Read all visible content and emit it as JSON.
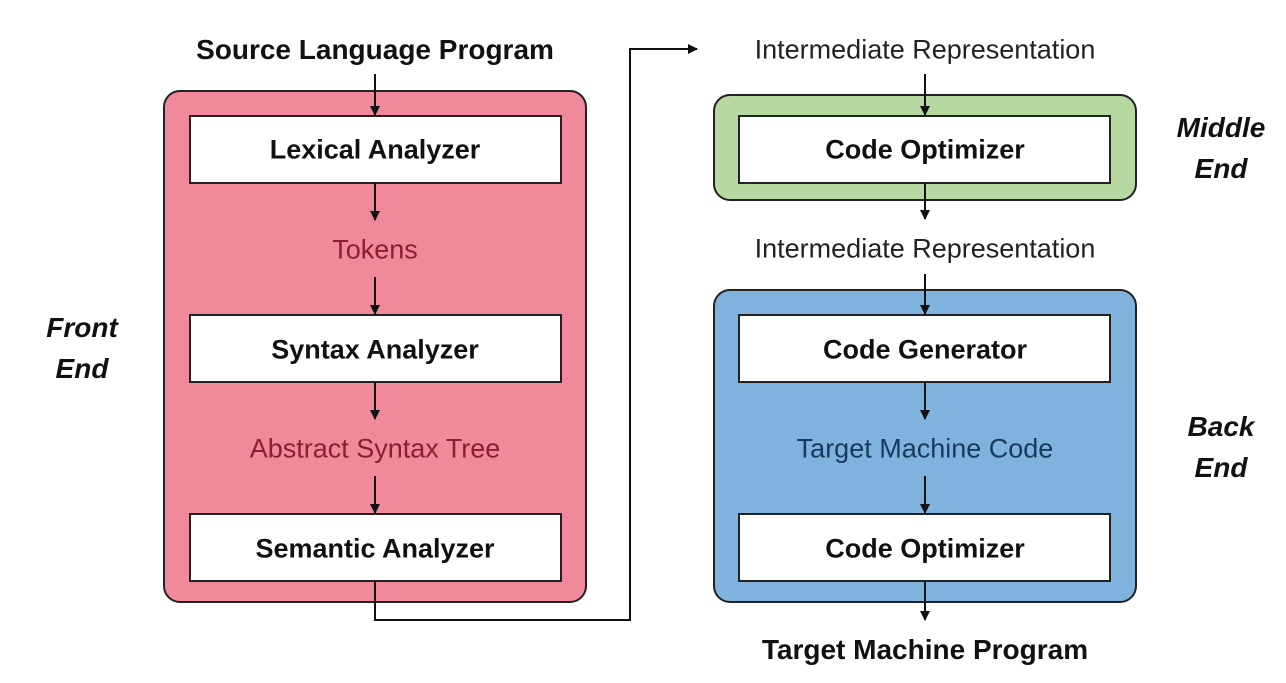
{
  "colors": {
    "front_end_fill": "#f08a9a",
    "middle_end_fill": "#b8d8a2",
    "back_end_fill": "#7fb3dd",
    "box_fill": "#ffffff",
    "stroke": "#111111"
  },
  "source_program": "Source Language Program",
  "target_program": "Target Machine Program",
  "labels": {
    "front_end": [
      "Front",
      "End"
    ],
    "middle_end": [
      "Middle",
      "End"
    ],
    "back_end": [
      "Back",
      "End"
    ]
  },
  "front_end": {
    "stages": [
      "Lexical Analyzer",
      "Syntax Analyzer",
      "Semantic Analyzer"
    ],
    "outputs": [
      "Tokens",
      "Abstract Syntax Tree"
    ]
  },
  "middle_end": {
    "input": "Intermediate Representation",
    "stage": "Code Optimizer",
    "output": "Intermediate Representation"
  },
  "back_end": {
    "stages": [
      "Code Generator",
      "Code Optimizer"
    ],
    "output": "Target Machine Code"
  }
}
